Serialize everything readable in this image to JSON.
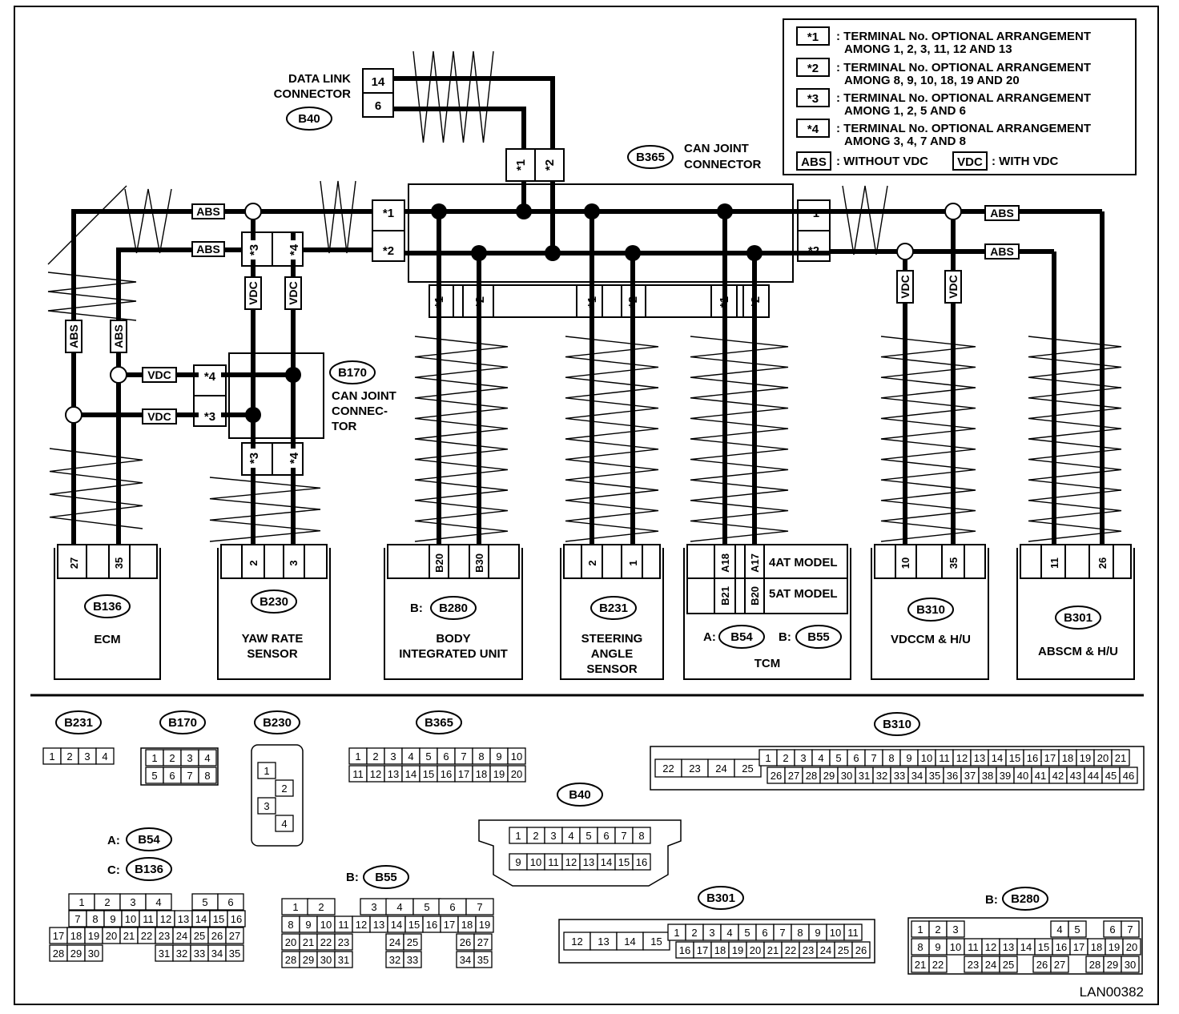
{
  "legend": [
    {
      "mark": "*1",
      "line1": ": TERMINAL No. OPTIONAL ARRANGEMENT",
      "line2": "AMONG 1, 2, 3, 11, 12 AND 13"
    },
    {
      "mark": "*2",
      "line1": ": TERMINAL No. OPTIONAL ARRANGEMENT",
      "line2": "AMONG 8, 9, 10, 18, 19 AND 20"
    },
    {
      "mark": "*3",
      "line1": ": TERMINAL No. OPTIONAL ARRANGEMENT",
      "line2": "AMONG 1, 2, 5 AND 6"
    },
    {
      "mark": "*4",
      "line1": ": TERMINAL No. OPTIONAL ARRANGEMENT",
      "line2": "AMONG 3, 4, 7 AND 8"
    }
  ],
  "legend_abs": {
    "mark": "ABS",
    "text": ": WITHOUT VDC"
  },
  "legend_vdc": {
    "mark": "VDC",
    "text": ": WITH VDC"
  },
  "tags": {
    "abs": "ABS",
    "vdc": "VDC",
    "s1": "*1",
    "s2": "*2",
    "s3": "*3",
    "s4": "*4"
  },
  "dlc": {
    "line1": "DATA LINK",
    "line2": "CONNECTOR",
    "code": "B40",
    "pin_a": "14",
    "pin_b": "6"
  },
  "can_joint_top": {
    "code": "B365",
    "line1": "CAN JOINT",
    "line2": "CONNECTOR"
  },
  "can_joint_left": {
    "code": "B170",
    "line1": "CAN JOINT",
    "line2": "CONNEC-",
    "line3": "TOR"
  },
  "modules": {
    "ecm": {
      "code": "B136",
      "name": "ECM",
      "pins": [
        "27",
        "35"
      ]
    },
    "yaw": {
      "code": "B230",
      "name1": "YAW RATE",
      "name2": "SENSOR",
      "pins": [
        "2",
        "3"
      ]
    },
    "biu": {
      "prefix": "B:",
      "code": "B280",
      "name1": "BODY",
      "name2": "INTEGRATED UNIT",
      "pins": [
        "B20",
        "B30"
      ]
    },
    "sas": {
      "code": "B231",
      "name1": "STEERING",
      "name2": "ANGLE",
      "name3": "SENSOR",
      "pins": [
        "2",
        "1"
      ]
    },
    "tcm": {
      "row1_pins": [
        "A18",
        "A17"
      ],
      "row1_label": "4AT MODEL",
      "row2_pins": [
        "B21",
        "B20"
      ],
      "row2_label": "5AT MODEL",
      "prefix_a": "A:",
      "code_a": "B54",
      "prefix_b": "B:",
      "code_b": "B55",
      "name": "TCM"
    },
    "vdccm": {
      "code": "B310",
      "name": "VDCCM & H/U",
      "pins": [
        "10",
        "35"
      ]
    },
    "abscm": {
      "code": "B301",
      "name": "ABSCM & H/U",
      "pins": [
        "11",
        "26"
      ]
    }
  },
  "connectors": {
    "b231": {
      "code": "B231",
      "pins": [
        "1",
        "2",
        "3",
        "4"
      ]
    },
    "b170": {
      "code": "B170",
      "row1": [
        "1",
        "2",
        "3",
        "4"
      ],
      "row2": [
        "5",
        "6",
        "7",
        "8"
      ]
    },
    "b230": {
      "code": "B230",
      "pins": [
        "1",
        "2",
        "3",
        "4"
      ]
    },
    "b365": {
      "code": "B365",
      "row1": [
        "1",
        "2",
        "3",
        "4",
        "5",
        "6",
        "7",
        "8",
        "9",
        "10"
      ],
      "row2": [
        "11",
        "12",
        "13",
        "14",
        "15",
        "16",
        "17",
        "18",
        "19",
        "20"
      ]
    },
    "b310": {
      "code": "B310",
      "side": [
        "22",
        "23",
        "24",
        "25"
      ],
      "row1": [
        "1",
        "2",
        "3",
        "4",
        "5",
        "6",
        "7",
        "8",
        "9",
        "10",
        "11",
        "12",
        "13",
        "14",
        "15",
        "16",
        "17",
        "18",
        "19",
        "20",
        "21"
      ],
      "row2": [
        "26",
        "27",
        "28",
        "29",
        "30",
        "31",
        "32",
        "33",
        "34",
        "35",
        "36",
        "37",
        "38",
        "39",
        "40",
        "41",
        "42",
        "43",
        "44",
        "45",
        "46"
      ]
    },
    "b40": {
      "code": "B40",
      "row1": [
        "1",
        "2",
        "3",
        "4",
        "5",
        "6",
        "7",
        "8"
      ],
      "row2": [
        "9",
        "10",
        "11",
        "12",
        "13",
        "14",
        "15",
        "16"
      ]
    },
    "b54_136": {
      "prefix_a": "A:",
      "code_a": "B54",
      "prefix_c": "C:",
      "code_c": "B136",
      "row1": [
        "1",
        "2",
        "3",
        "4",
        "",
        "5",
        "6"
      ],
      "row2": [
        "7",
        "8",
        "9",
        "10",
        "11",
        "12",
        "13",
        "14",
        "15",
        "16"
      ],
      "row3": [
        "17",
        "18",
        "19",
        "20",
        "21",
        "22",
        "23",
        "24",
        "25",
        "26",
        "27"
      ],
      "row4": [
        "28",
        "29",
        "30",
        "31",
        "32",
        "33",
        "34",
        "35"
      ]
    },
    "b55": {
      "prefix": "B:",
      "code": "B55",
      "row1": [
        "1",
        "2",
        "3",
        "4",
        "5",
        "6",
        "7"
      ],
      "row2": [
        "8",
        "9",
        "10",
        "11",
        "12",
        "13",
        "14",
        "15",
        "16",
        "17",
        "18",
        "19"
      ],
      "row3": [
        "20",
        "21",
        "22",
        "23",
        "24",
        "25",
        "26",
        "27"
      ],
      "row4": [
        "28",
        "29",
        "30",
        "31",
        "32",
        "33",
        "34",
        "35"
      ]
    },
    "b301": {
      "code": "B301",
      "side": [
        "12",
        "13",
        "14",
        "15"
      ],
      "row1": [
        "1",
        "2",
        "3",
        "4",
        "5",
        "6",
        "7",
        "8",
        "9",
        "10",
        "11"
      ],
      "row2": [
        "16",
        "17",
        "18",
        "19",
        "20",
        "21",
        "22",
        "23",
        "24",
        "25",
        "26"
      ]
    },
    "b280": {
      "prefix": "B:",
      "code": "B280",
      "row1": [
        "1",
        "2",
        "3",
        "4",
        "5",
        "6",
        "7"
      ],
      "row2": [
        "8",
        "9",
        "10",
        "11",
        "12",
        "13",
        "14",
        "15",
        "16",
        "17",
        "18",
        "19",
        "20"
      ],
      "row3": [
        "21",
        "22",
        "23",
        "24",
        "25",
        "26",
        "27",
        "28",
        "29",
        "30"
      ]
    }
  },
  "figure_id": "LAN00382"
}
